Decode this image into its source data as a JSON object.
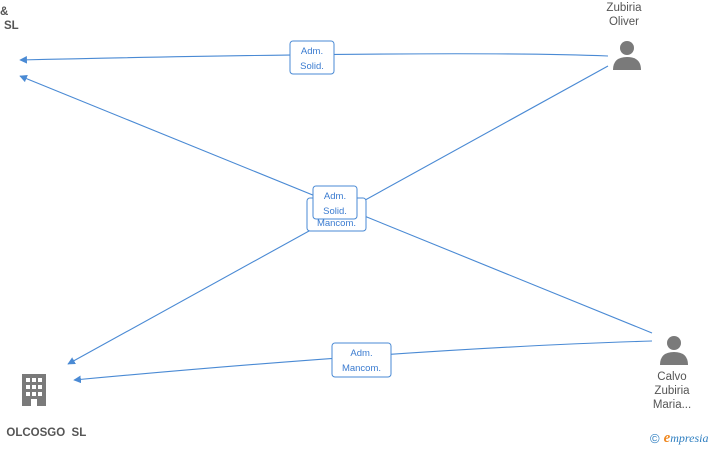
{
  "nodes": {
    "company_top": {
      "line1": "&",
      "line2": "SL"
    },
    "person_oliver": {
      "line1": "Zubiria",
      "line2": "Oliver"
    },
    "person_calvo": {
      "line1": "Calvo",
      "line2": "Zubiria",
      "line3": "Maria..."
    },
    "company_bottom": {
      "line1": "OLCOSGO  SL"
    }
  },
  "edges": [
    {
      "from": "person_oliver",
      "to": "company_top",
      "label1": "Adm.",
      "label2": "Solid."
    },
    {
      "from": "person_oliver",
      "to": "company_bottom",
      "label1": "Adm.",
      "label2": "Solid."
    },
    {
      "from": "person_calvo",
      "to": "company_top",
      "label1": "Mancom.",
      "label2": ""
    },
    {
      "from": "person_calvo",
      "to": "company_bottom",
      "label1": "Adm.",
      "label2": "Mancom."
    }
  ],
  "colors": {
    "edge": "#4a8ad4",
    "icon": "#7a7a7a",
    "brand": "#2f7fc1",
    "brand_accent": "#f08a24"
  },
  "brand": {
    "copyright_symbol": "©",
    "initial": "e",
    "rest": "mpresia"
  }
}
